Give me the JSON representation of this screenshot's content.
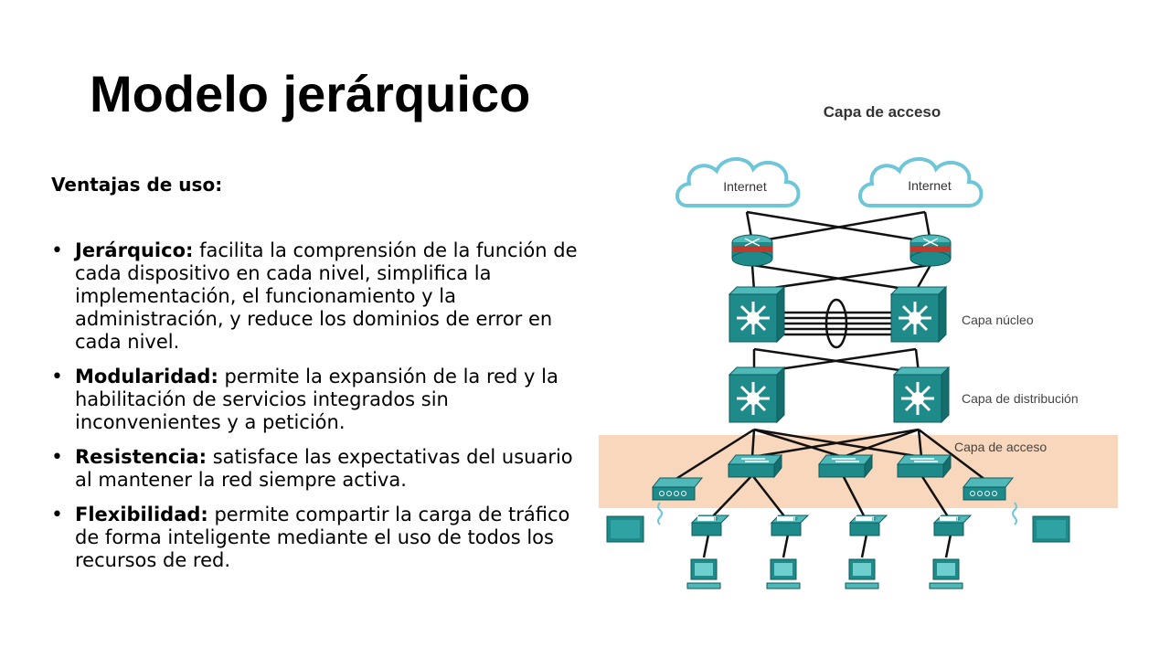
{
  "title": "Modelo jerárquico",
  "subtitle": "Ventajas de uso:",
  "bullets": [
    {
      "term": "Jerárquico:",
      "text": " facilita la comprensión de la función de cada dispositivo en cada nivel, simplifica la implementación, el funcionamiento y la administración, y reduce los dominios de error en cada nivel."
    },
    {
      "term": "Modularidad:",
      "text": " permite la expansión de la red y la habilitación de servicios integrados sin inconvenientes y a petición."
    },
    {
      "term": "Resistencia:",
      "text": " satisface las expectativas del usuario al mantener la red siempre activa."
    },
    {
      "term": "Flexibilidad:",
      "text": " permite compartir la carga de tráfico de forma inteligente mediante el uso de todos los recursos de red."
    }
  ],
  "diagram": {
    "header": "Capa de acceso",
    "cloud_left": "Internet",
    "cloud_right": "Internet",
    "layer_core": "Capa núcleo",
    "layer_distribution": "Capa de distribución",
    "layer_access": "Capa de acceso",
    "colors": {
      "device": "#1e8a8a",
      "device_top": "#4fb9b9",
      "access_band": "#f9d7bd",
      "router": "#c0392b",
      "cloud_stroke": "#6ec6d8"
    }
  }
}
